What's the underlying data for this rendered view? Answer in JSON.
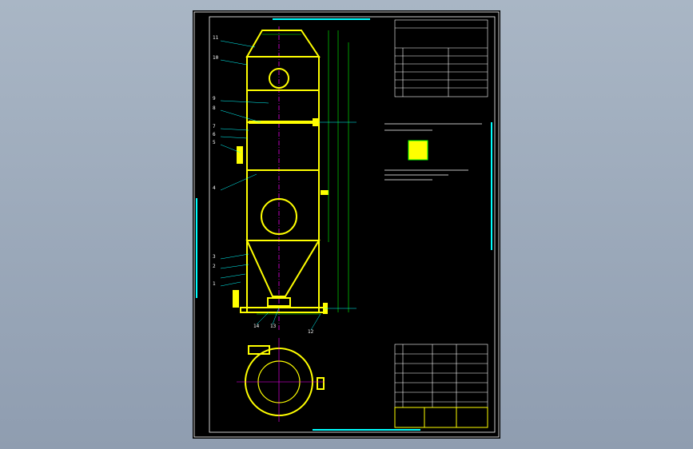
{
  "drawing": {
    "part_numbers": [
      "11",
      "10",
      "9",
      "8",
      "7",
      "6",
      "5",
      "4",
      "3",
      "2",
      "1",
      "14",
      "13",
      "12"
    ]
  },
  "colors": {
    "background": "#95a3b5",
    "sheet": "#000000",
    "outline": "#ffff00",
    "border": "#ffffff",
    "centerline": "#ff00ff",
    "dimension": "#00ff00",
    "note": "#00ffff"
  }
}
